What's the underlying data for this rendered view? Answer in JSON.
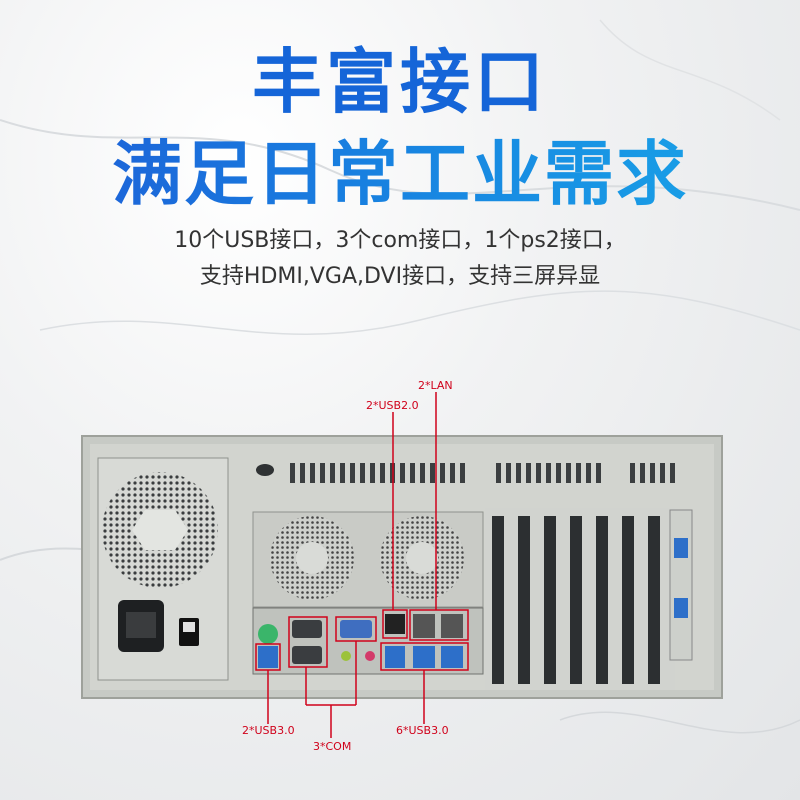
{
  "headline": "丰富接口",
  "subheadline": "满足日常工业需求",
  "description": {
    "line1": "10个USB接口，3个com接口，1个ps2接口，",
    "line2": "支持HDMI,VGA,DVI接口，支持三屏异显"
  },
  "callouts": {
    "lan": "2*LAN",
    "usb20": "2*USB2.0",
    "usb30_left": "2*USB3.0",
    "com": "3*COM",
    "usb30_right": "6*USB3.0"
  },
  "colors": {
    "title_blue": "#1565d8",
    "callout_red": "#d0021b",
    "chassis_gray": "#c9ccc7"
  }
}
